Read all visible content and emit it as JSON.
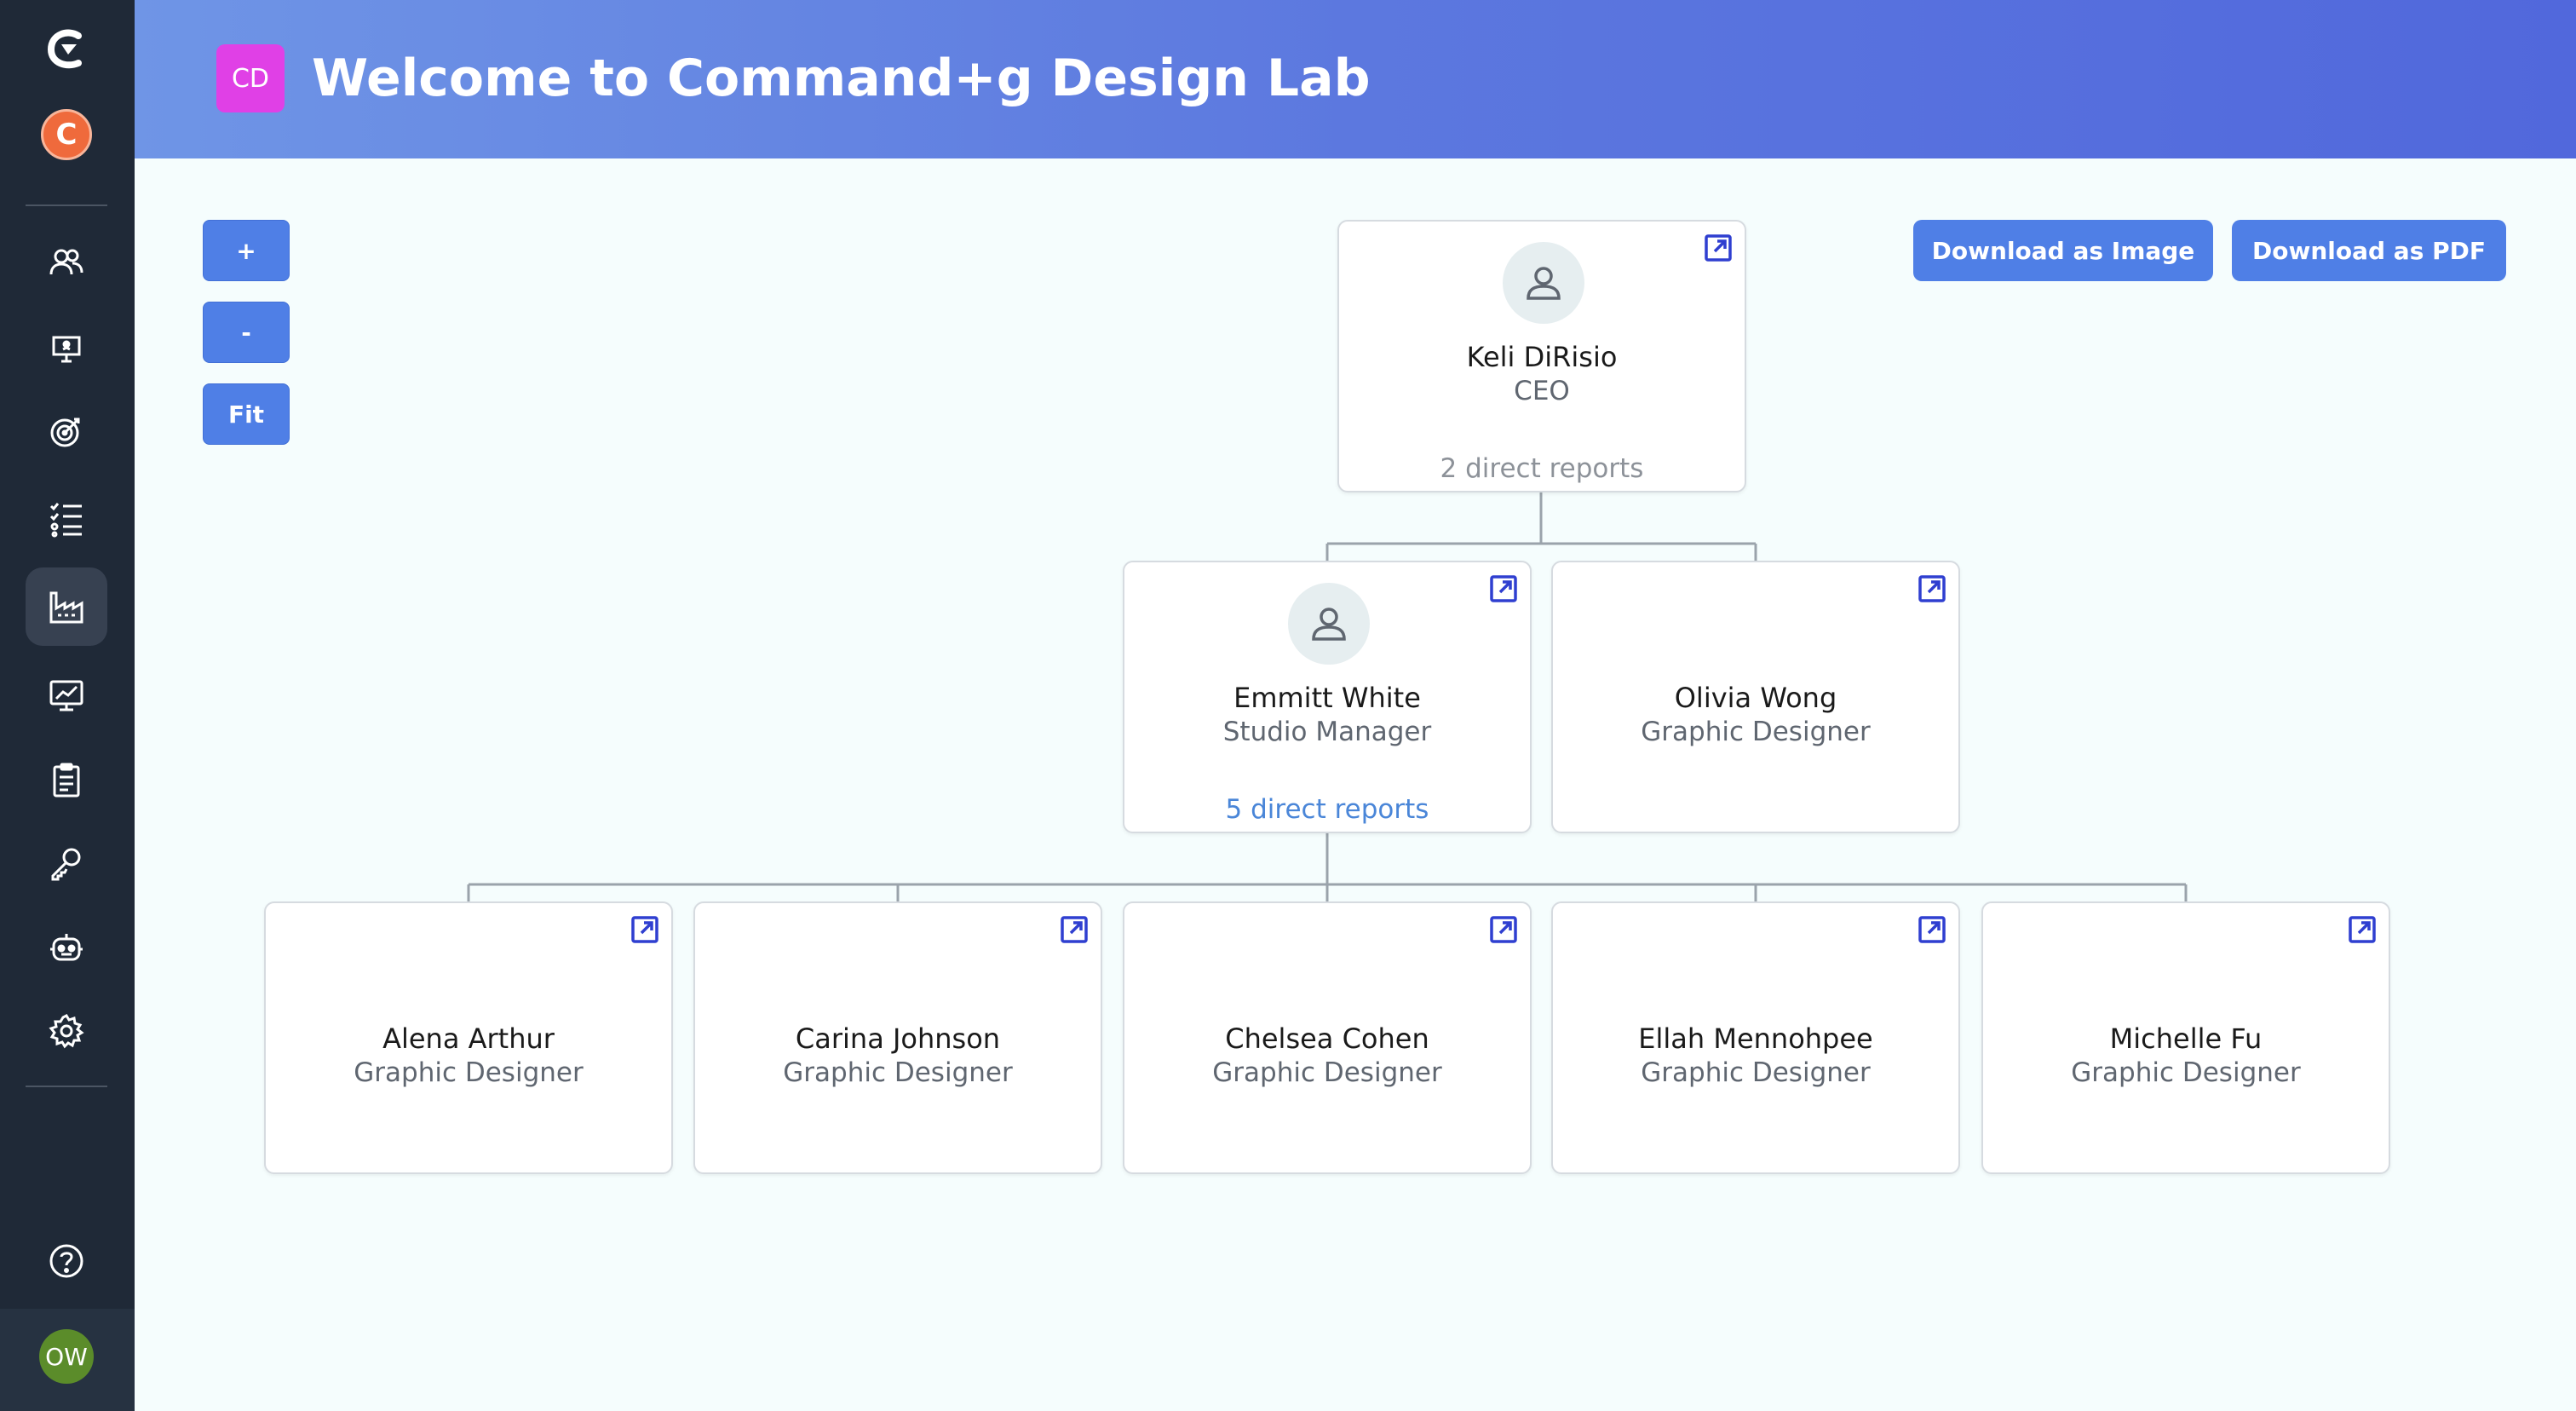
{
  "header": {
    "org_initials": "CD",
    "title": "Welcome to Command+g Design Lab"
  },
  "sidebar": {
    "company_initial": "C",
    "user_initials": "OW",
    "items": [
      {
        "icon": "people-icon"
      },
      {
        "icon": "presentation-icon"
      },
      {
        "icon": "target-icon"
      },
      {
        "icon": "checklist-icon"
      },
      {
        "icon": "factory-icon",
        "active": true
      },
      {
        "icon": "monitor-chart-icon"
      },
      {
        "icon": "clipboard-icon"
      },
      {
        "icon": "key-icon"
      },
      {
        "icon": "robot-icon"
      },
      {
        "icon": "gear-icon"
      }
    ],
    "help_icon": "help-icon"
  },
  "controls": {
    "zoom_in": "+",
    "zoom_out": "-",
    "fit": "Fit",
    "download_image": "Download as Image",
    "download_pdf": "Download as PDF"
  },
  "org": {
    "ceo": {
      "name": "Keli DiRisio",
      "title": "CEO",
      "reports": "2 direct reports"
    },
    "level2": [
      {
        "name": "Emmitt White",
        "title": "Studio Manager",
        "reports": "5 direct reports"
      },
      {
        "name": "Olivia Wong",
        "title": "Graphic Designer"
      }
    ],
    "level3": [
      {
        "name": "Alena Arthur",
        "title": "Graphic Designer"
      },
      {
        "name": "Carina Johnson",
        "title": "Graphic Designer"
      },
      {
        "name": "Chelsea Cohen",
        "title": "Graphic Designer"
      },
      {
        "name": "Ellah Mennohpee",
        "title": "Graphic Designer"
      },
      {
        "name": "Michelle Fu",
        "title": "Graphic Designer"
      }
    ]
  },
  "colors": {
    "sidebar": "#1f2937",
    "accent": "#4f7fe6",
    "link_icon": "#2f3fd0",
    "badge": "#e040e6"
  }
}
